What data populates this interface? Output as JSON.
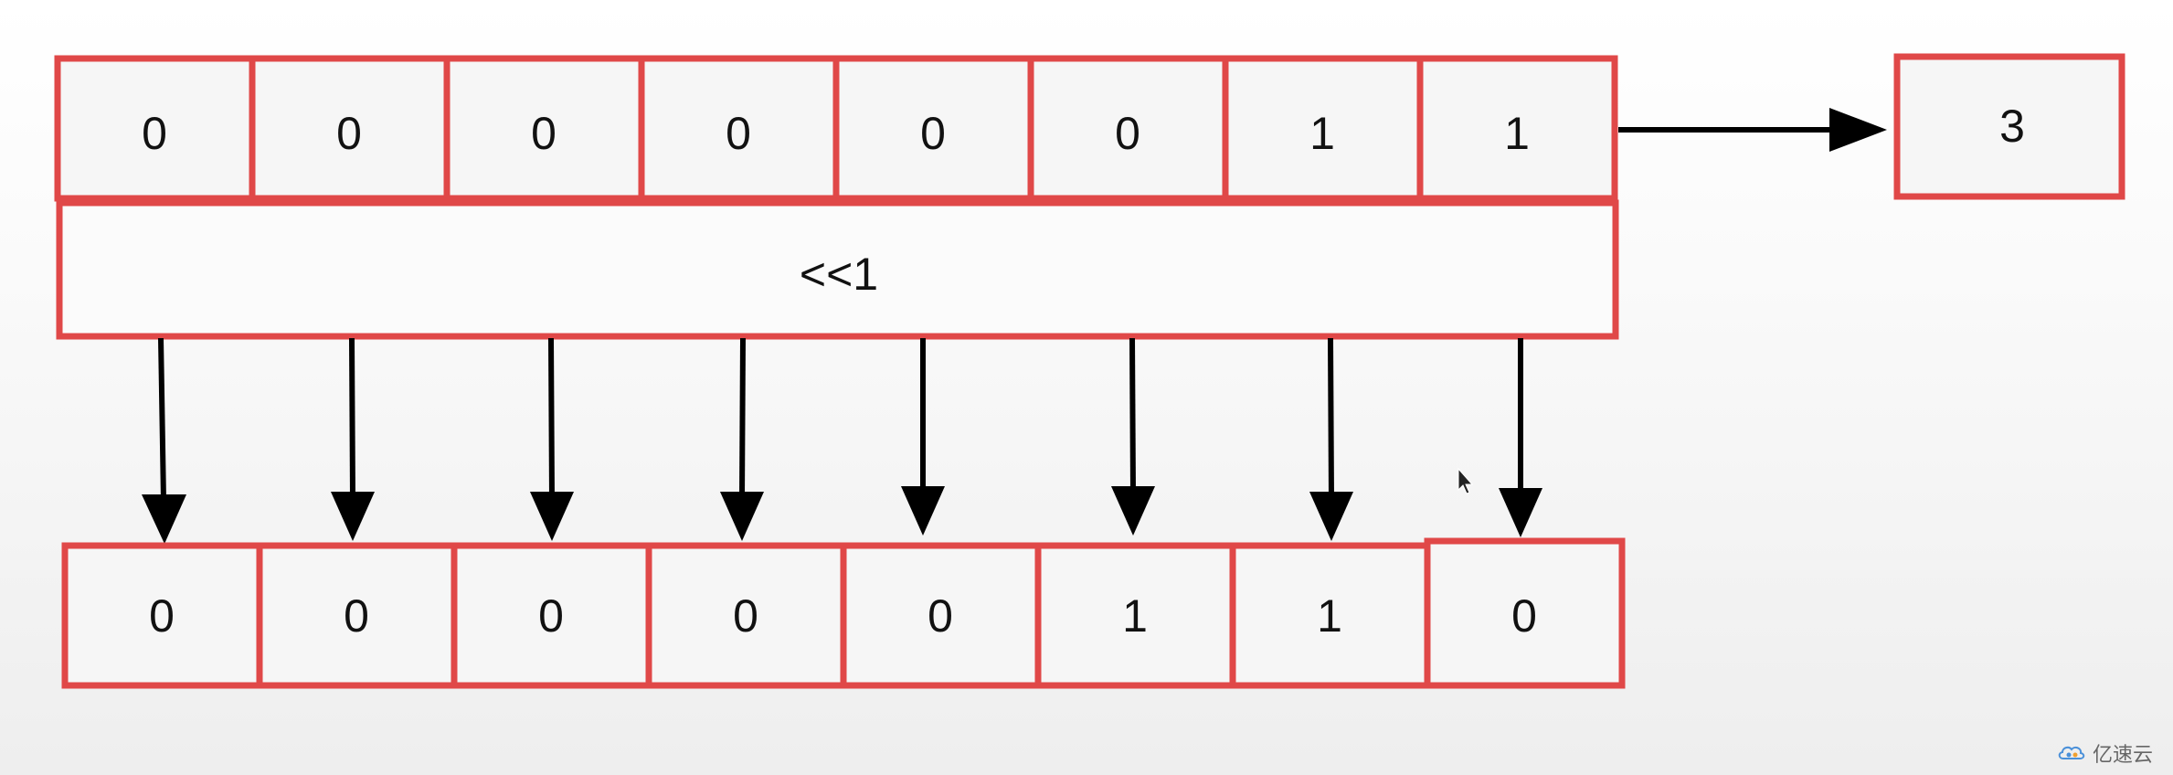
{
  "input_bits": [
    "0",
    "0",
    "0",
    "0",
    "0",
    "0",
    "1",
    "1"
  ],
  "input_value": "3",
  "operation": "<<1",
  "output_bits": [
    "0",
    "0",
    "0",
    "0",
    "0",
    "1",
    "1",
    "0"
  ],
  "watermark": {
    "text": "亿速云",
    "icon": "cloud-logo-icon"
  }
}
